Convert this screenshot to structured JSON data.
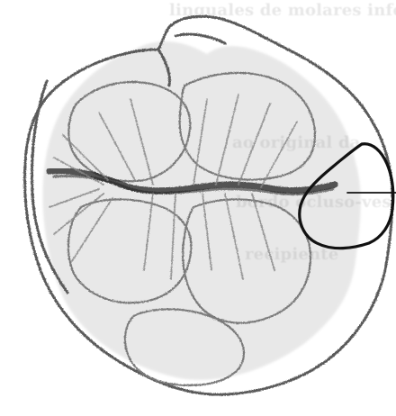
{
  "show_through_text": {
    "line_1": "linguales de molares inferiores",
    "line_2": "ao original da",
    "line_3": "bordo ocluso-ves",
    "line_4": "recipiente"
  },
  "figure": {
    "subject": "tooth-occlusal-surface-drawing",
    "marked_lesion": true,
    "stroke_color": "#1a1a1a",
    "shading_color": "#6a6a6a"
  }
}
